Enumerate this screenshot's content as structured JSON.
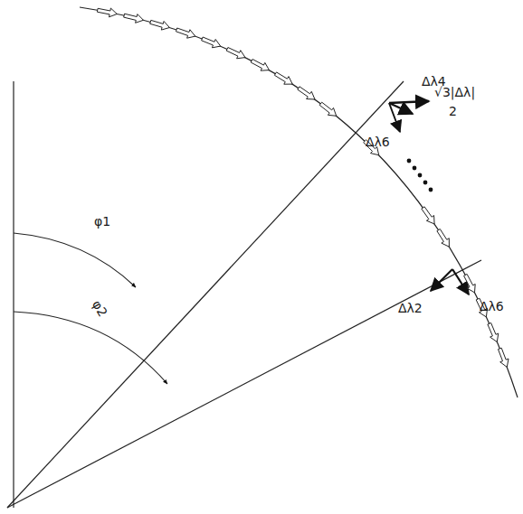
{
  "diagram": {
    "labels": [
      "Δλ4",
      "√3|Δλ|",
      "2",
      "Δλ6",
      "φ1",
      "φ2",
      "Δλ2",
      "Δλ6"
    ]
  }
}
